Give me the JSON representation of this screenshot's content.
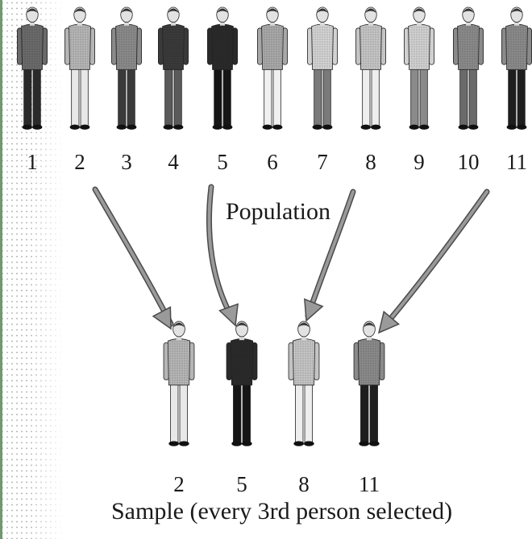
{
  "population_label": "Population",
  "sample_label": "Sample (every 3rd person selected)",
  "population": [
    {
      "number": "1",
      "top_color": "#6a6a6a",
      "legs_color": "#2a2a2a"
    },
    {
      "number": "2",
      "top_color": "#b5b5b5",
      "legs_color": "#e8e8e8"
    },
    {
      "number": "3",
      "top_color": "#8a8a8a",
      "legs_color": "#3a3a3a"
    },
    {
      "number": "4",
      "top_color": "#3a3a3a",
      "legs_color": "#5a5a5a"
    },
    {
      "number": "5",
      "top_color": "#2a2a2a",
      "legs_color": "#151515"
    },
    {
      "number": "6",
      "top_color": "#a8a8a8",
      "legs_color": "#f0f0f0"
    },
    {
      "number": "7",
      "top_color": "#d2d2d2",
      "legs_color": "#7a7a7a"
    },
    {
      "number": "8",
      "top_color": "#c4c4c4",
      "legs_color": "#eeeeee"
    },
    {
      "number": "9",
      "top_color": "#d0d0d0",
      "legs_color": "#8a8a8a"
    },
    {
      "number": "10",
      "top_color": "#8a8a8a",
      "legs_color": "#6a6a6a"
    },
    {
      "number": "11",
      "top_color": "#8a8a8a",
      "legs_color": "#1e1e1e"
    }
  ],
  "sample": [
    {
      "number": "2",
      "top_color": "#b5b5b5",
      "legs_color": "#e8e8e8"
    },
    {
      "number": "5",
      "top_color": "#2a2a2a",
      "legs_color": "#151515"
    },
    {
      "number": "8",
      "top_color": "#c4c4c4",
      "legs_color": "#eeeeee"
    },
    {
      "number": "11",
      "top_color": "#8a8a8a",
      "legs_color": "#1e1e1e"
    }
  ],
  "colors": {
    "arrow": "#9a9a9a",
    "arrow_outline": "#4a4a4a",
    "ink": "#1a1a1a"
  }
}
